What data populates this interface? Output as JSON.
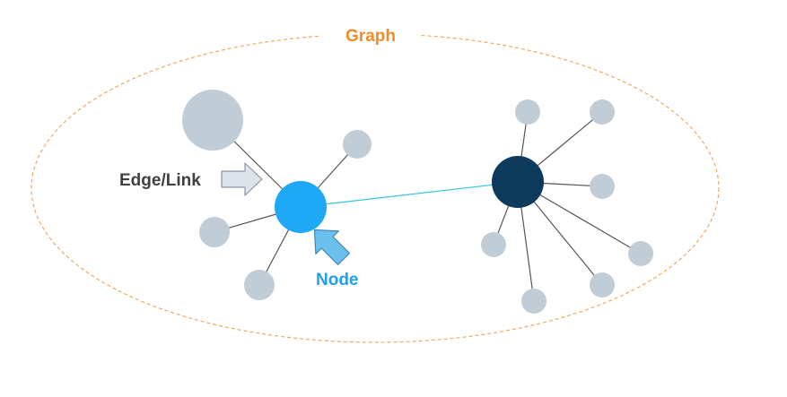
{
  "title": "Graph",
  "labels": {
    "edge": "Edge/Link",
    "node": "Node"
  },
  "colors": {
    "boundary": "#f0a860",
    "title": "#f08c28",
    "edge_label": "#404040",
    "node_label": "#1ea0f0",
    "highlight_node": "#1ea8f5",
    "hub_node": "#0e3a5c",
    "leaf_node": "#c0ccd6",
    "edge": "#555555",
    "link_edge": "#40c8e0",
    "edge_arrow_fill": "#dde3ea",
    "edge_arrow_stroke": "#8a96a3",
    "node_arrow_fill": "#6cc0ee",
    "node_arrow_stroke": "#3f86b8"
  }
}
